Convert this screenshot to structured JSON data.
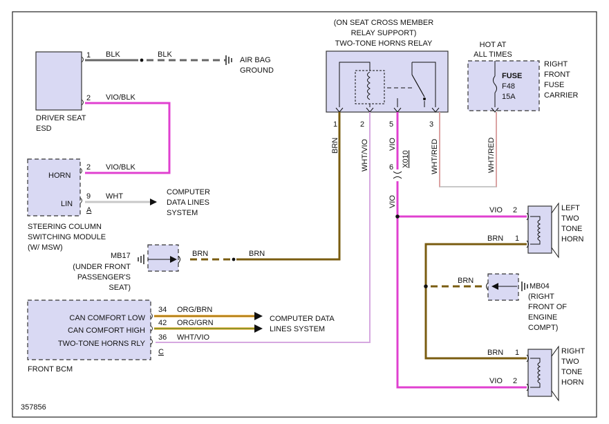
{
  "colors": {
    "blk": "#666666",
    "vio": "#e040d0",
    "brn": "#7a5c10",
    "wht": "#c8c8c8",
    "wht_vio": "#d6a8e0",
    "wht_red": "#e88a8a",
    "org": "#e8a020",
    "box_fill": "#d9d9f3"
  },
  "figure_id": "357856",
  "driver_seat_esd": {
    "label1": "DRIVER SEAT",
    "label2": "ESD",
    "pin1": "1",
    "pin2": "2"
  },
  "air_bag_ground": {
    "line1": "AIR BAG",
    "line2": "GROUND"
  },
  "wires": {
    "blk_a": "BLK",
    "blk_b": "BLK",
    "vio_blk_a": "VIO/BLK",
    "vio_blk_b": "VIO/BLK",
    "wht_lin": "WHT",
    "brn_relay": "BRN",
    "wht_vio_relay": "WHT/VIO",
    "vio_relay": "VIO",
    "wht_red_relay": "WHT/RED",
    "wht_red_fuse": "WHT/RED",
    "vio_lower": "VIO",
    "brn_mb17_a": "BRN",
    "brn_mb17_b": "BRN",
    "vio_left_horn": "VIO",
    "brn_left_horn": "BRN",
    "brn_mb04": "BRN",
    "brn_right_horn": "BRN",
    "vio_right_horn": "VIO",
    "org_brn": "ORG/BRN",
    "org_grn": "ORG/GRN",
    "wht_vio_bcm": "WHT/VIO"
  },
  "steering_module": {
    "horn": "HORN",
    "lin": "LIN",
    "pin_horn": "2",
    "pin_lin": "9",
    "connector": "A",
    "line1": "STEERING COLUMN",
    "line2": "SWITCHING MODULE",
    "line3": "(W/ MSW)"
  },
  "computer_data_lines_1": {
    "line1": "COMPUTER",
    "line2": "DATA LINES",
    "line3": "SYSTEM"
  },
  "relay": {
    "loc1": "(ON SEAT CROSS MEMBER",
    "loc2": "RELAY SUPPORT)",
    "title": "TWO-TONE HORNS RELAY",
    "pins": [
      "1",
      "2",
      "5",
      "3"
    ]
  },
  "connector_x010": {
    "name": "X010",
    "pin": "6"
  },
  "hot_at_all_times": {
    "line1": "HOT AT",
    "line2": "ALL TIMES"
  },
  "fuse": {
    "line1": "FUSE",
    "line2": "F48",
    "line3": "15A"
  },
  "fuse_carrier": {
    "line1": "RIGHT",
    "line2": "FRONT",
    "line3": "FUSE",
    "line4": "CARRIER"
  },
  "mb17": {
    "name": "MB17",
    "line1": "(UNDER FRONT",
    "line2": "PASSENGER'S",
    "line3": "SEAT)"
  },
  "left_horn": {
    "pin_vio": "2",
    "pin_brn": "1",
    "line1": "LEFT",
    "line2": "TWO",
    "line3": "TONE",
    "line4": "HORN"
  },
  "mb04": {
    "name": "MB04",
    "line1": "(RIGHT",
    "line2": "FRONT OF",
    "line3": "ENGINE",
    "line4": "COMPT)"
  },
  "right_horn": {
    "pin_brn": "1",
    "pin_vio": "2",
    "line1": "RIGHT",
    "line2": "TWO",
    "line3": "TONE",
    "line4": "HORN"
  },
  "front_bcm": {
    "row1": "CAN COMFORT LOW",
    "row2": "CAN COMFORT HIGH",
    "row3": "TWO-TONE HORNS RLY",
    "pin1": "34",
    "pin2": "42",
    "pin3": "36",
    "connector": "C",
    "label": "FRONT BCM"
  },
  "computer_data_lines_2": {
    "line1": "COMPUTER DATA",
    "line2": "LINES SYSTEM"
  }
}
